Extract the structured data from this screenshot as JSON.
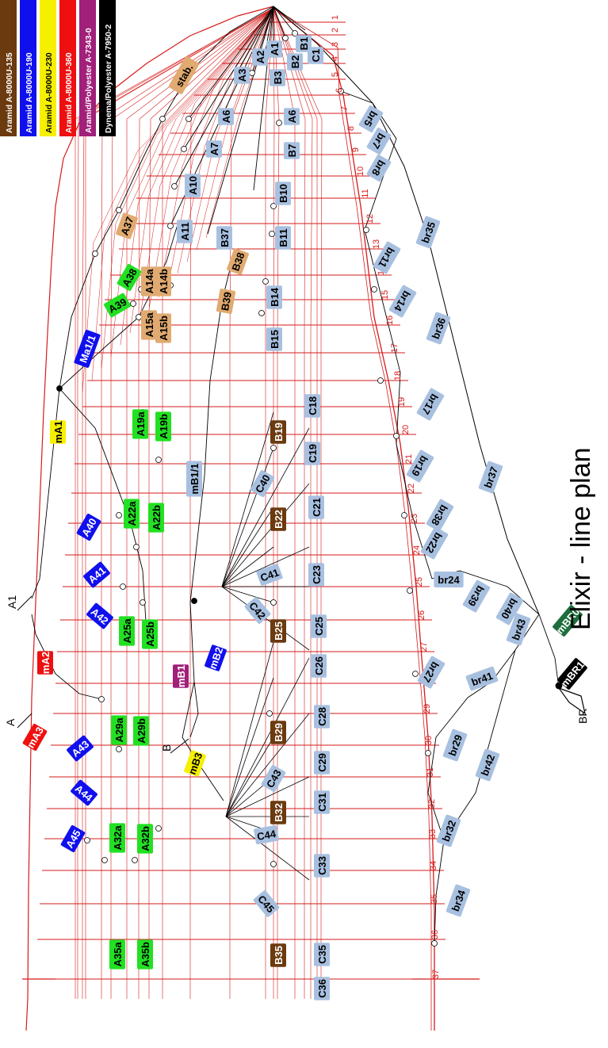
{
  "title": "Elixir - line plan",
  "legend": [
    {
      "label": "Aramid A-8000U-135",
      "color": "#6b3a0f",
      "text_color": "#ffffff"
    },
    {
      "label": "Aramid A-8000U-190",
      "color": "#1010ee",
      "text_color": "#ffffff"
    },
    {
      "label": "Aramid A-8000U-230",
      "color": "#f5ef00",
      "text_color": "#000000"
    },
    {
      "label": "Aramid A-8000U-360",
      "color": "#ee1010",
      "text_color": "#ffffff"
    },
    {
      "label": "Aramid/Polyester A-7343-0",
      "color": "#a0207a",
      "text_color": "#ffffff"
    },
    {
      "label": "Dynema/Polyester A-7950-2",
      "color": "#000000",
      "text_color": "#ffffff"
    }
  ],
  "colors": {
    "line": "#d61b1b",
    "black_line": "#000000",
    "label_default": "#a8c0e0",
    "label_green": "#22e022",
    "label_tan": "#e0aa70",
    "label_brown": "#6b3a0f",
    "label_blue": "#1010ee",
    "label_yellow": "#f5ef00",
    "label_red": "#ee1010",
    "label_purple": "#a0207a",
    "label_darkgreen": "#1c6e3c",
    "label_black": "#000000"
  },
  "rib_numbers": [
    "1",
    "2",
    "3",
    "4",
    "5",
    "6",
    "7",
    "8",
    "9",
    "10",
    "11",
    "12",
    "13",
    "14",
    "15",
    "16",
    "17",
    "18",
    "19",
    "20",
    "21",
    "22",
    "23",
    "24",
    "25",
    "26",
    "27",
    "28",
    "29",
    "30",
    "31",
    "32",
    "33",
    "34",
    "35",
    "36",
    "37"
  ],
  "line_labels": [
    {
      "text": "C1",
      "style": "default"
    },
    {
      "text": "B1",
      "style": "default"
    },
    {
      "text": "A1",
      "style": "default"
    },
    {
      "text": "B2",
      "style": "default"
    },
    {
      "text": "A2",
      "style": "default"
    },
    {
      "text": "B3",
      "style": "default"
    },
    {
      "text": "A3",
      "style": "default"
    },
    {
      "text": "stab.",
      "style": "tan"
    },
    {
      "text": "A6",
      "style": "default"
    },
    {
      "text": "A6",
      "style": "default"
    },
    {
      "text": "A7",
      "style": "default"
    },
    {
      "text": "B7",
      "style": "default"
    },
    {
      "text": "A10",
      "style": "default"
    },
    {
      "text": "B10",
      "style": "default"
    },
    {
      "text": "A11",
      "style": "default"
    },
    {
      "text": "B11",
      "style": "default"
    },
    {
      "text": "A37",
      "style": "tan"
    },
    {
      "text": "B37",
      "style": "default"
    },
    {
      "text": "A38",
      "style": "green"
    },
    {
      "text": "A14a",
      "style": "tan"
    },
    {
      "text": "A14b",
      "style": "tan"
    },
    {
      "text": "B38",
      "style": "tan"
    },
    {
      "text": "B14",
      "style": "default"
    },
    {
      "text": "A39",
      "style": "green"
    },
    {
      "text": "B39",
      "style": "tan"
    },
    {
      "text": "A15a",
      "style": "tan"
    },
    {
      "text": "A15b",
      "style": "tan"
    },
    {
      "text": "B15",
      "style": "default"
    },
    {
      "text": "Ma1/1",
      "style": "blue"
    },
    {
      "text": "mA1",
      "style": "yellow"
    },
    {
      "text": "A19a",
      "style": "green"
    },
    {
      "text": "A19b",
      "style": "green"
    },
    {
      "text": "B19",
      "style": "brown"
    },
    {
      "text": "C18",
      "style": "default"
    },
    {
      "text": "C19",
      "style": "default"
    },
    {
      "text": "mB1/1",
      "style": "default"
    },
    {
      "text": "C40",
      "style": "default"
    },
    {
      "text": "C21",
      "style": "default"
    },
    {
      "text": "A40",
      "style": "blue"
    },
    {
      "text": "A22a",
      "style": "green"
    },
    {
      "text": "A22b",
      "style": "green"
    },
    {
      "text": "B22",
      "style": "brown"
    },
    {
      "text": "A41",
      "style": "blue"
    },
    {
      "text": "C41",
      "style": "default"
    },
    {
      "text": "C23",
      "style": "default"
    },
    {
      "text": "A42",
      "style": "blue"
    },
    {
      "text": "C42",
      "style": "default"
    },
    {
      "text": "A25a",
      "style": "green"
    },
    {
      "text": "A25b",
      "style": "green"
    },
    {
      "text": "C25",
      "style": "default"
    },
    {
      "text": "B25",
      "style": "brown"
    },
    {
      "text": "C26",
      "style": "default"
    },
    {
      "text": "mA2",
      "style": "red"
    },
    {
      "text": "mB2",
      "style": "blue"
    },
    {
      "text": "mB1",
      "style": "purple"
    },
    {
      "text": "A29a",
      "style": "green"
    },
    {
      "text": "A29b",
      "style": "green"
    },
    {
      "text": "B29",
      "style": "brown"
    },
    {
      "text": "C28",
      "style": "default"
    },
    {
      "text": "C29",
      "style": "default"
    },
    {
      "text": "mA3",
      "style": "red"
    },
    {
      "text": "A43",
      "style": "blue"
    },
    {
      "text": "mB3",
      "style": "yellow"
    },
    {
      "text": "C43",
      "style": "default"
    },
    {
      "text": "A44",
      "style": "blue"
    },
    {
      "text": "C31",
      "style": "default"
    },
    {
      "text": "B32",
      "style": "brown"
    },
    {
      "text": "A45",
      "style": "blue"
    },
    {
      "text": "A32a",
      "style": "green"
    },
    {
      "text": "A32b",
      "style": "green"
    },
    {
      "text": "C44",
      "style": "default"
    },
    {
      "text": "C33",
      "style": "default"
    },
    {
      "text": "C45",
      "style": "default"
    },
    {
      "text": "A35a",
      "style": "green"
    },
    {
      "text": "A35b",
      "style": "green"
    },
    {
      "text": "B35",
      "style": "brown"
    },
    {
      "text": "C35",
      "style": "default"
    },
    {
      "text": "C36",
      "style": "default"
    },
    {
      "text": "br5",
      "style": "default"
    },
    {
      "text": "br7",
      "style": "default"
    },
    {
      "text": "br8",
      "style": "default"
    },
    {
      "text": "br35",
      "style": "default"
    },
    {
      "text": "br11",
      "style": "default"
    },
    {
      "text": "br14",
      "style": "default"
    },
    {
      "text": "br36",
      "style": "default"
    },
    {
      "text": "br17",
      "style": "default"
    },
    {
      "text": "br19",
      "style": "default"
    },
    {
      "text": "br37",
      "style": "default"
    },
    {
      "text": "br38",
      "style": "default"
    },
    {
      "text": "br22",
      "style": "default"
    },
    {
      "text": "br24",
      "style": "default"
    },
    {
      "text": "br39",
      "style": "default"
    },
    {
      "text": "br40",
      "style": "default"
    },
    {
      "text": "mBR0",
      "style": "darkgreen"
    },
    {
      "text": "br43",
      "style": "default"
    },
    {
      "text": "br41",
      "style": "default"
    },
    {
      "text": "br27",
      "style": "default"
    },
    {
      "text": "mBR1",
      "style": "black"
    },
    {
      "text": "br29",
      "style": "default"
    },
    {
      "text": "br42",
      "style": "default"
    },
    {
      "text": "br32",
      "style": "default"
    },
    {
      "text": "br34",
      "style": "default"
    }
  ],
  "riser_labels": [
    {
      "text": "A1"
    },
    {
      "text": "A"
    },
    {
      "text": "B"
    },
    {
      "text": "BR"
    }
  ]
}
